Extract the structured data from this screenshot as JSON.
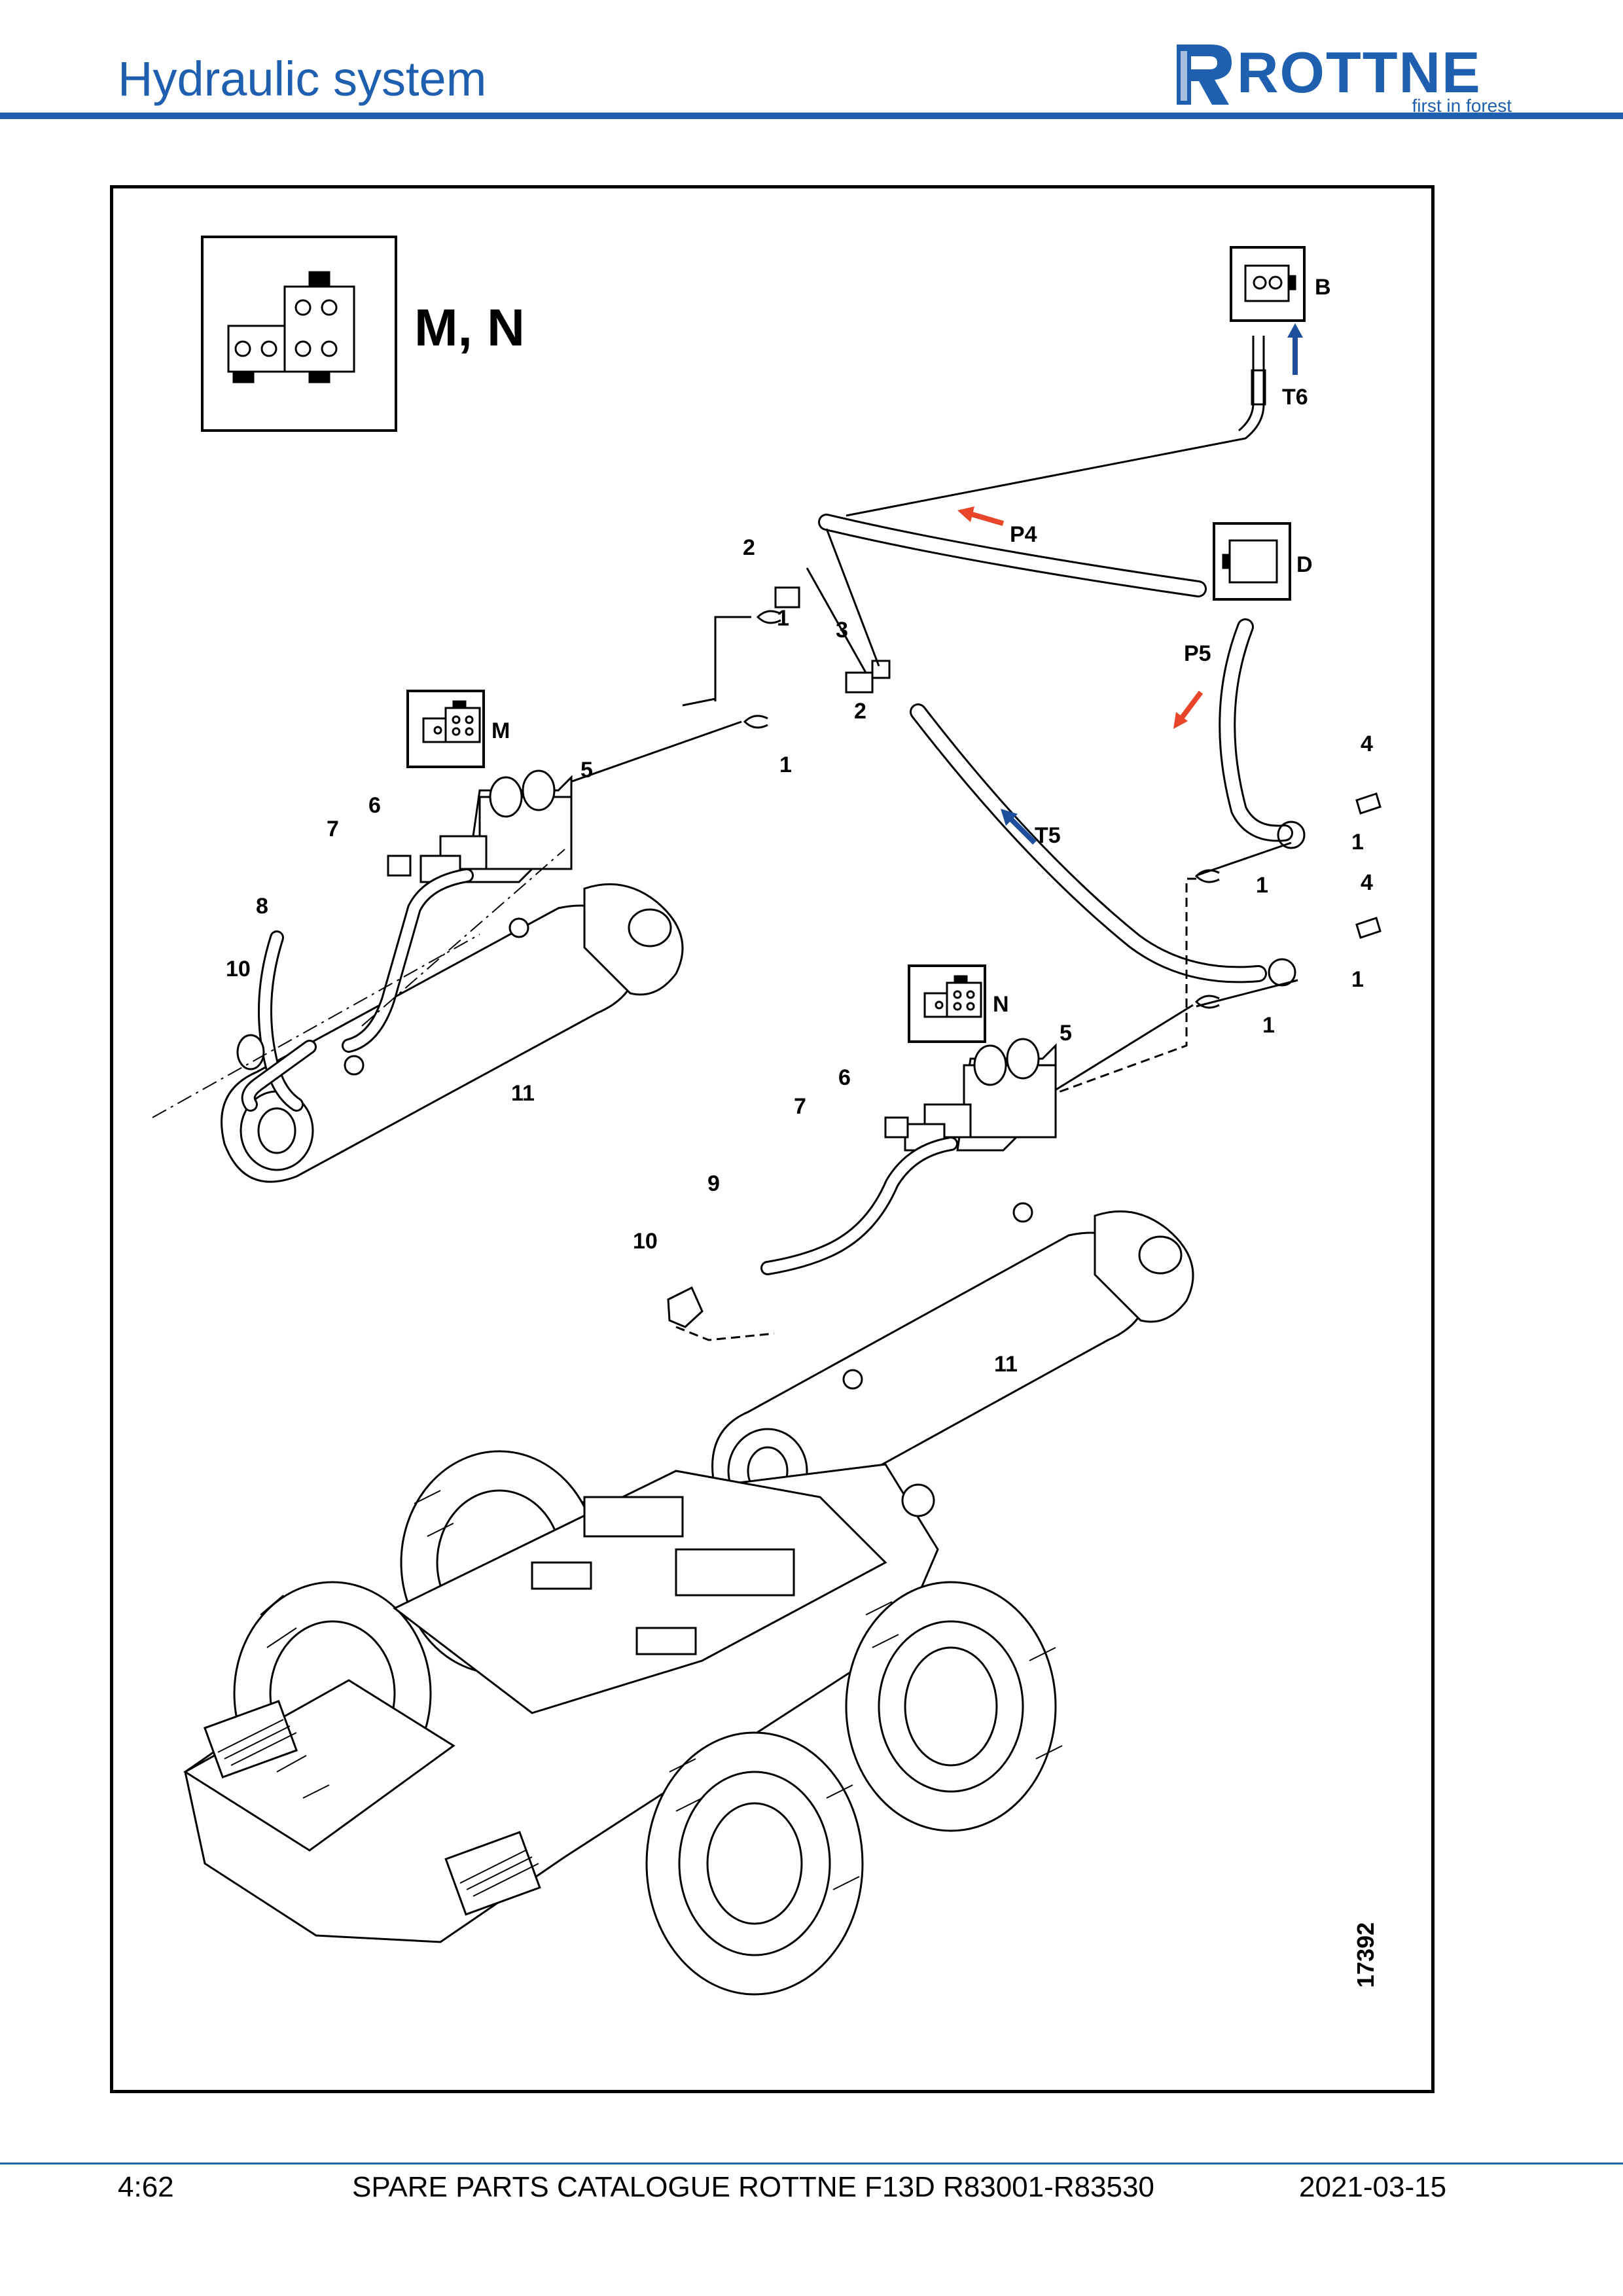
{
  "header": {
    "title": "Hydraulic system"
  },
  "logo": {
    "word": "ROTTNE",
    "tagline": "first in forest",
    "brand_color": "#1f5fb0"
  },
  "diagram": {
    "connector_labels": {
      "main": "M, N",
      "b": "B",
      "d": "D",
      "m": "M",
      "n": "N"
    },
    "flow_labels": {
      "t6": "T6",
      "p4": "P4",
      "p5": "P5",
      "t5": "T5"
    },
    "arrow_colors": {
      "pressure": "#e8452a",
      "return": "#1d4f9c"
    },
    "callouts": {
      "c1a": "1",
      "c1b": "1",
      "c1c": "1",
      "c1d": "1",
      "c1e": "1",
      "c1f": "1",
      "c2a": "2",
      "c2b": "2",
      "c3": "3",
      "c4a": "4",
      "c4b": "4",
      "c5a": "5",
      "c5b": "5",
      "c6a": "6",
      "c6b": "6",
      "c7a": "7",
      "c7b": "7",
      "c8": "8",
      "c9": "9",
      "c10a": "10",
      "c10b": "10",
      "c11a": "11",
      "c11b": "11"
    },
    "drawing_number": "17392"
  },
  "footer": {
    "page": "4:62",
    "catalogue": "SPARE PARTS CATALOGUE ROTTNE F13D R83001-R83530",
    "date": "2021-03-15"
  }
}
